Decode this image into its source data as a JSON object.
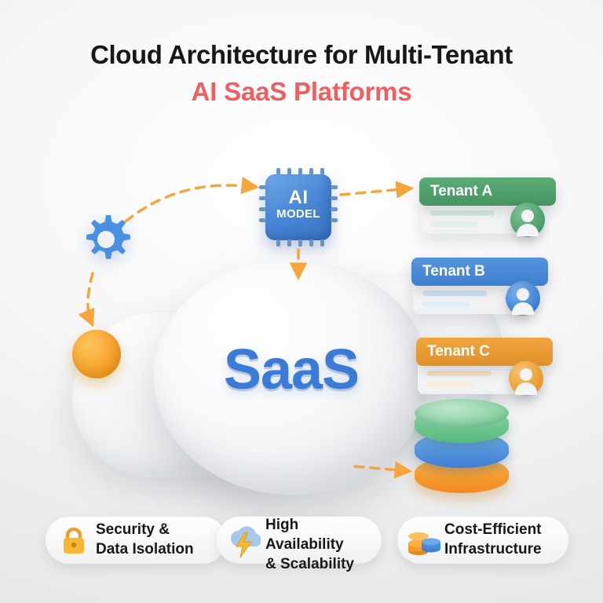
{
  "title": {
    "line1": "Cloud Architecture for Multi-Tenant",
    "line2": "AI SaaS Platforms"
  },
  "center": {
    "cloud_label": "SaaS"
  },
  "chip": {
    "line1": "AI",
    "line2": "MODEL"
  },
  "tenants": [
    {
      "label": "Tenant A",
      "color": "#4a9a68"
    },
    {
      "label": "Tenant B",
      "color": "#3d7fd0"
    },
    {
      "label": "Tenant C",
      "color": "#e8992a"
    }
  ],
  "database": {
    "layers": [
      "green",
      "blue",
      "orange"
    ]
  },
  "features": [
    {
      "icon": "lock-icon",
      "line1": "Security &",
      "line2": "Data Isolation",
      "line3": ""
    },
    {
      "icon": "bolt-icon",
      "line1": "High",
      "line2": "Availability",
      "line3": "& Scalability"
    },
    {
      "icon": "coins-icon",
      "line1": "Cost-Efficient",
      "line2": "Infrastructure",
      "line3": ""
    }
  ],
  "colors": {
    "accent_red": "#ef5f5f",
    "accent_blue": "#3a7bd8",
    "accent_orange": "#f7a52f",
    "arrow": "#f5a63a"
  }
}
